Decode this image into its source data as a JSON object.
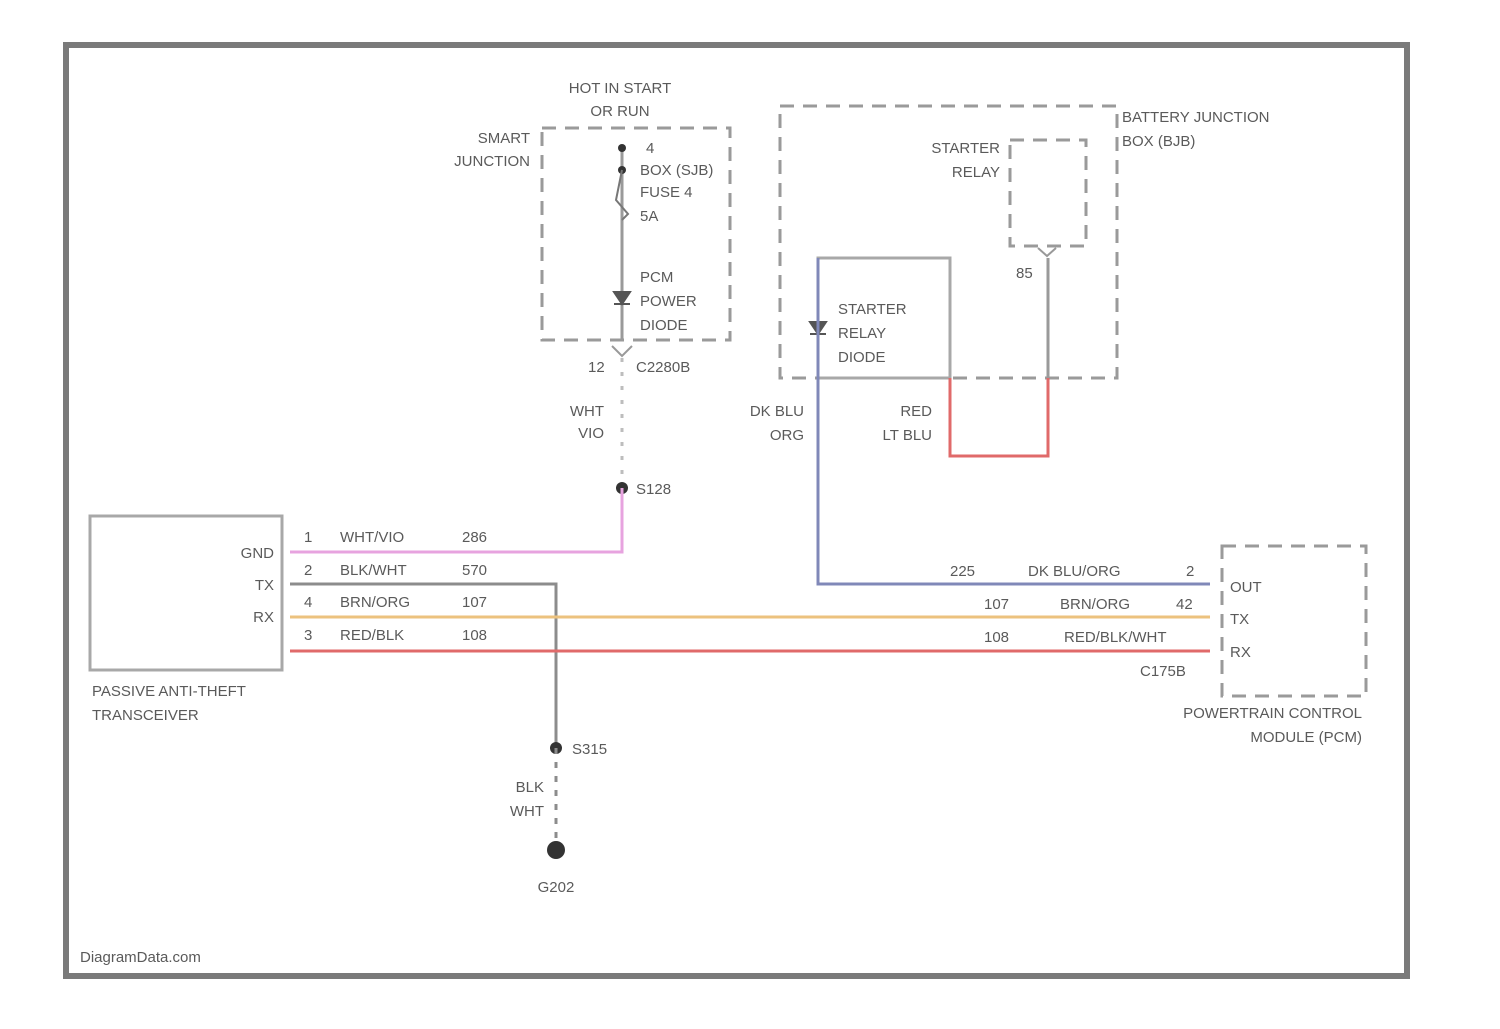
{
  "title_supply": [
    "HOT IN START",
    "OR RUN"
  ],
  "smart_junction": {
    "name": [
      "SMART",
      "JUNCTION"
    ],
    "fuse": [
      "4",
      "BOX (SJB)",
      "FUSE 4",
      "5A"
    ],
    "diode": [
      "PCM",
      "POWER",
      "DIODE"
    ],
    "pin": "12",
    "connector": "C2280B"
  },
  "battery_junction": {
    "name": [
      "BATTERY JUNCTION",
      "BOX (BJB)"
    ],
    "relay": [
      "STARTER",
      "RELAY"
    ],
    "relay_pin": "85",
    "diode": [
      "STARTER",
      "RELAY",
      "DIODE"
    ]
  },
  "wire_labels": {
    "supply": [
      "WHT",
      "VIO"
    ],
    "dkblu": [
      "DK BLU",
      "ORG"
    ],
    "red": [
      "RED",
      "LT BLU"
    ],
    "ground": [
      "BLK",
      "WHT"
    ]
  },
  "splices": {
    "s128": "S128",
    "s315": "S315",
    "g202": "G202"
  },
  "pats": {
    "name": [
      "PASSIVE ANTI-THEFT",
      "TRANSCEIVER"
    ],
    "pins": [
      "GND",
      "TX",
      "RX"
    ],
    "rows": [
      {
        "num": "1",
        "color": "WHT/VIO",
        "circuit": "286"
      },
      {
        "num": "2",
        "color": "BLK/WHT",
        "circuit": "570"
      },
      {
        "num": "4",
        "color": "BRN/ORG",
        "circuit": "107"
      },
      {
        "num": "3",
        "color": "RED/BLK",
        "circuit": "108"
      }
    ]
  },
  "pcm": {
    "name": [
      "POWERTRAIN CONTROL",
      "MODULE (PCM)"
    ],
    "pins": [
      "OUT",
      "TX",
      "RX"
    ],
    "connector": "C175B",
    "rows": [
      {
        "circuit": "225",
        "color": "DK BLU/ORG",
        "num": "2"
      },
      {
        "circuit": "107",
        "color": "BRN/ORG",
        "num": "42"
      },
      {
        "circuit": "108",
        "color": "RED/BLK/WHT",
        "num": ""
      }
    ]
  },
  "colors": {
    "pink": "#e7a3df",
    "gray": "#8c8c8c",
    "orange": "#ecc27e",
    "red": "#e06a6a",
    "dkblue": "#8088b8"
  },
  "watermark": "DiagramData.com"
}
